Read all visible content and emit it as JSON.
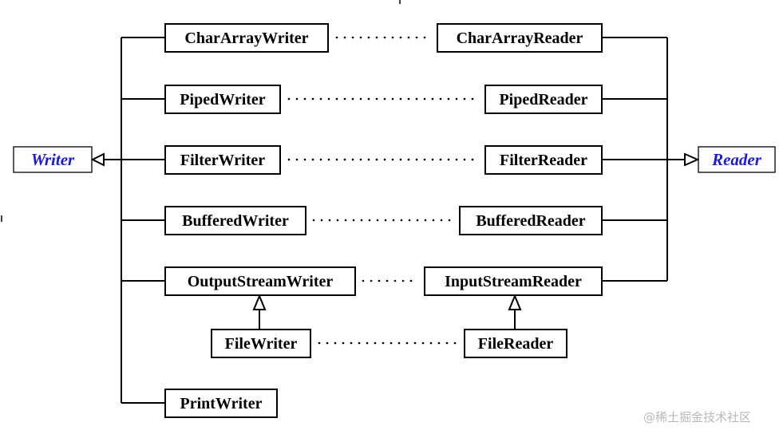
{
  "colors": {
    "abstract_text": "#1a1adb",
    "line": "#000000",
    "box_border": "#000000"
  },
  "abstract": {
    "writer": "Writer",
    "reader": "Reader"
  },
  "writers": {
    "char_array": "CharArrayWriter",
    "piped": "PipedWriter",
    "filter": "FilterWriter",
    "buffered": "BufferedWriter",
    "output_stream": "OutputStreamWriter",
    "file": "FileWriter",
    "print": "PrintWriter"
  },
  "readers": {
    "char_array": "CharArrayReader",
    "piped": "PipedReader",
    "filter": "FilterReader",
    "buffered": "BufferedReader",
    "input_stream": "InputStreamReader",
    "file": "FileReader"
  },
  "watermark": {
    "icon": "at-sign-icon",
    "text": "稀土掘金技术社区"
  }
}
